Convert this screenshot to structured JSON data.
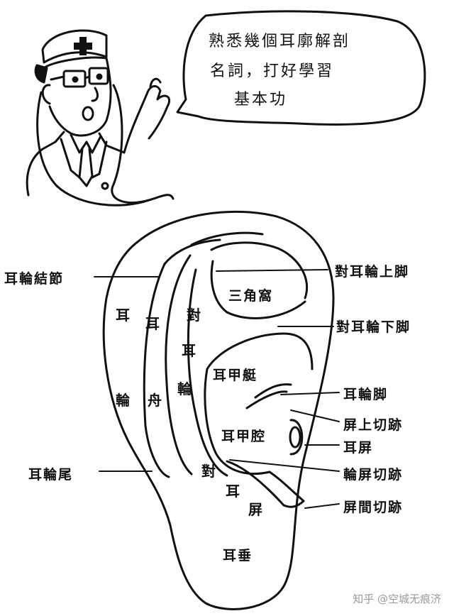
{
  "speech_bubble": {
    "lines": [
      "熟悉幾個耳廓解剖",
      "名詞，打好學習",
      "基本功"
    ]
  },
  "labels": {
    "helix_node": "耳輪結節",
    "antihelix_upper_crus": "對耳輪上脚",
    "triangular_fossa": "三角窩",
    "antihelix_lower_crus": "對耳輪下脚",
    "cymba_conchae": "耳甲艇",
    "helix_crus": "耳輪脚",
    "supratragic_notch": "屏上切跡",
    "cavum_conchae": "耳甲腔",
    "tragus": "耳屏",
    "helix_tail": "耳輪尾",
    "antitragic_notch": "輪屏切跡",
    "intertragic_notch": "屏間切跡",
    "earlobe": "耳垂"
  },
  "vertical_labels": {
    "helix": [
      "耳",
      "輪"
    ],
    "scapha": [
      "耳",
      "舟"
    ],
    "antihelix": [
      "對",
      "耳",
      "輪"
    ],
    "antitragus": [
      "對",
      "耳",
      "屏"
    ]
  },
  "watermark": "知乎 @空城无痕济"
}
